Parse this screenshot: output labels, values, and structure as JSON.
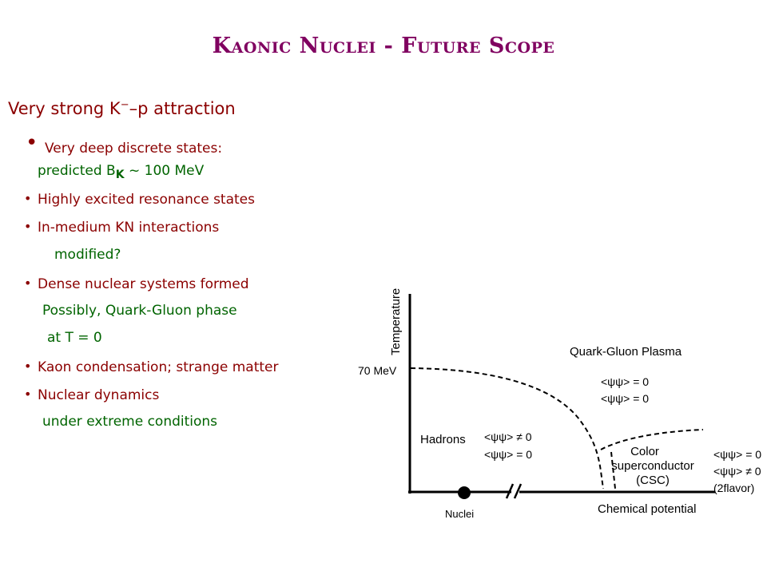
{
  "title": "Kaonic Nuclei - Future Scope",
  "heading": {
    "prefix": "Very strong K",
    "sup": "−",
    "suffix": "–p attraction"
  },
  "bullets": {
    "b1_line1": "Very deep discrete states:",
    "b1_line2_a": "predicted B",
    "b1_line2_sub": "K",
    "b1_line2_b": " ~ 100 MeV",
    "b2": "Highly excited resonance states",
    "b3": "In-medium KN interactions",
    "b3_cont": "modified?",
    "b4": "Dense nuclear systems formed",
    "b4_cont1": "Possibly, Quark-Gluon phase",
    "b4_cont2": "at T = 0",
    "b5": "Kaon condensation; strange matter",
    "b6": "Nuclear dynamics",
    "b6_cont": "under extreme conditions"
  },
  "diagram": {
    "y_axis_label": "Temperature",
    "x_axis_label": "Chemical potential",
    "t_tick": "70 MeV",
    "qgp_label": "Quark-Gluon Plasma",
    "qgp_cond1": "<ψψ> = 0",
    "qgp_cond2": "<ψψ> = 0",
    "hadrons_label": "Hadrons",
    "hadrons_cond1": "<ψψ> ≠ 0",
    "hadrons_cond2": "<ψψ> = 0",
    "csc_line1": "Color",
    "csc_line2": "superconductor",
    "csc_line3": "(CSC)",
    "csc_cond1": "<ψψ> = 0",
    "csc_cond2": "<ψψ> ≠ 0",
    "csc_flavor": "(2flavor)",
    "nuclei_label": "Nuclei"
  }
}
